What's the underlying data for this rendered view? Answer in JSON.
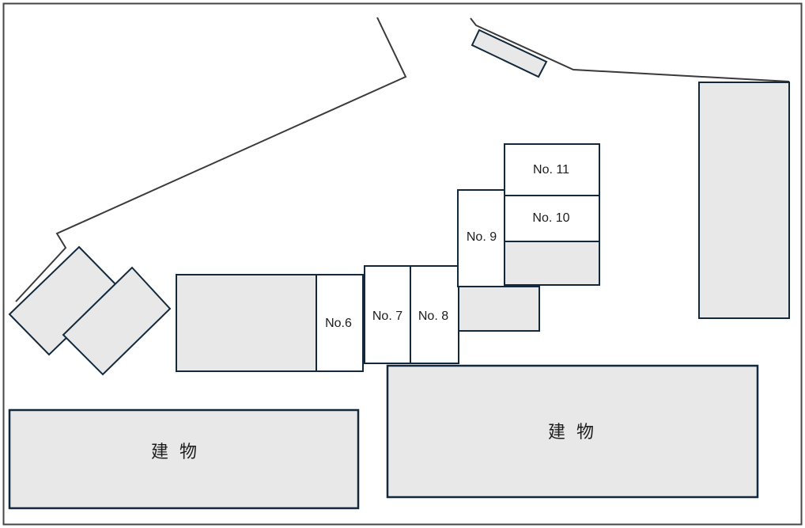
{
  "diagram": {
    "type": "site-plan",
    "colors": {
      "frame_border": "#454545",
      "road_line": "#3a3a3a",
      "parcel_border": "#12293d",
      "parcel_fill": "#e8e8e8",
      "label_text": "#1c1c1c",
      "background": "#ffffff"
    },
    "parcels": {
      "no6": {
        "label": "No.6"
      },
      "no7": {
        "label": "No. 7"
      },
      "no8": {
        "label": "No. 8"
      },
      "no9": {
        "label": "No. 9"
      },
      "no10": {
        "label": "No. 10"
      },
      "no11": {
        "label": "No. 11"
      }
    },
    "buildings": {
      "left": {
        "label": "建 物"
      },
      "right": {
        "label": "建 物"
      }
    }
  }
}
